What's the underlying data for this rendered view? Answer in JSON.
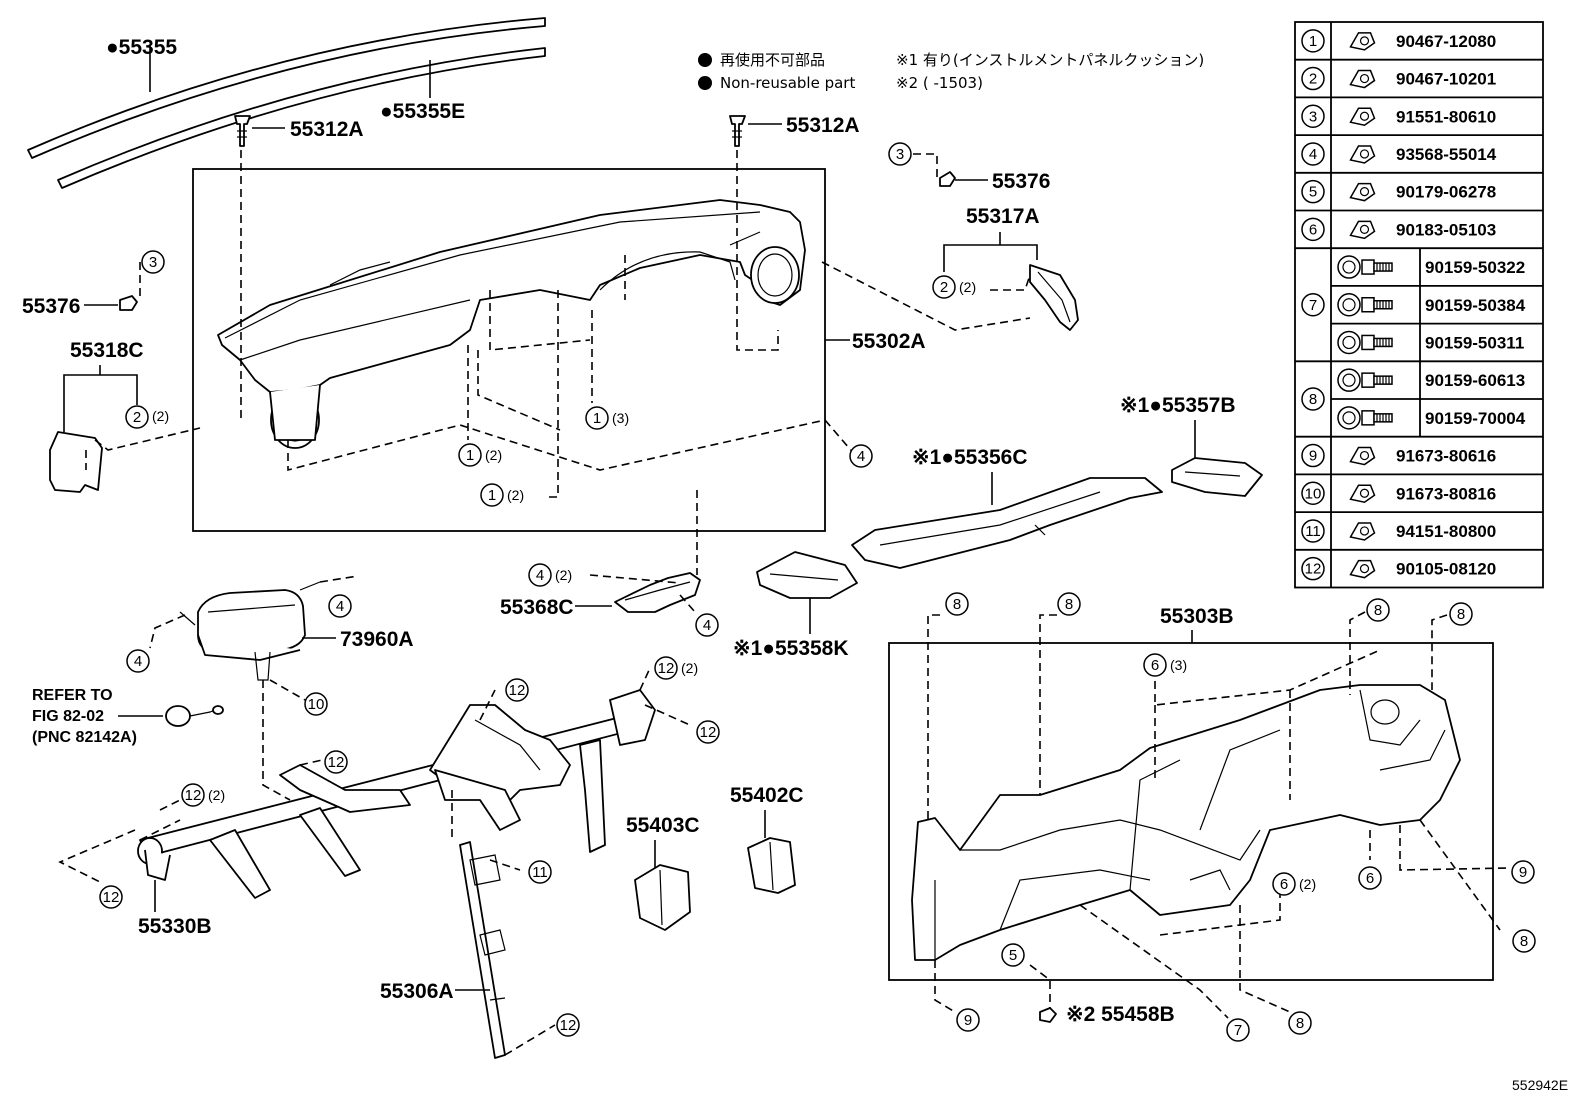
{
  "legend": {
    "non_reusable_jp": "再使用不可部品",
    "non_reusable_en": "Non-reusable part",
    "note1": "※1 有り(インストルメントパネルクッション)",
    "note2": "※2 (        -1503)"
  },
  "labels": {
    "l55355": "●55355",
    "l55355E": "●55355E",
    "l55312A_left": "55312A",
    "l55312A_right": "55312A",
    "l55376_top": "55376",
    "l55317A": "55317A",
    "l55376_left": "55376",
    "l55318C": "55318C",
    "l55302A": "55302A",
    "l55357B": "※1●55357B",
    "l55356C": "※1●55356C",
    "l55368C": "55368C",
    "l73960A": "73960A",
    "l55358K": "※1●55358K",
    "l55303B": "55303B",
    "refer1": "REFER TO",
    "refer2": "FIG 82-02",
    "refer3": "(PNC 82142A)",
    "l55403C": "55403C",
    "l55402C": "55402C",
    "l55330B": "55330B",
    "l55306A": "55306A",
    "l55458B": "※2 55458B",
    "diagram_id": "552942E"
  },
  "callout_subs": {
    "q2": "(2)",
    "q3": "(3)"
  },
  "callouts": [
    "1",
    "2",
    "3",
    "4",
    "5",
    "6",
    "7",
    "8",
    "9",
    "10",
    "11",
    "12"
  ],
  "parts_table": [
    {
      "ref": "1",
      "parts": [
        "90467-12080"
      ]
    },
    {
      "ref": "2",
      "parts": [
        "90467-10201"
      ]
    },
    {
      "ref": "3",
      "parts": [
        "91551-80610"
      ]
    },
    {
      "ref": "4",
      "parts": [
        "93568-55014"
      ]
    },
    {
      "ref": "5",
      "parts": [
        "90179-06278"
      ]
    },
    {
      "ref": "6",
      "parts": [
        "90183-05103"
      ]
    },
    {
      "ref": "7",
      "parts": [
        "90159-50322",
        "90159-50384",
        "90159-50311"
      ]
    },
    {
      "ref": "8",
      "parts": [
        "90159-60613",
        "90159-70004"
      ]
    },
    {
      "ref": "9",
      "parts": [
        "91673-80616"
      ]
    },
    {
      "ref": "10",
      "parts": [
        "91673-80816"
      ]
    },
    {
      "ref": "11",
      "parts": [
        "94151-80800"
      ]
    },
    {
      "ref": "12",
      "parts": [
        "90105-08120"
      ]
    }
  ]
}
